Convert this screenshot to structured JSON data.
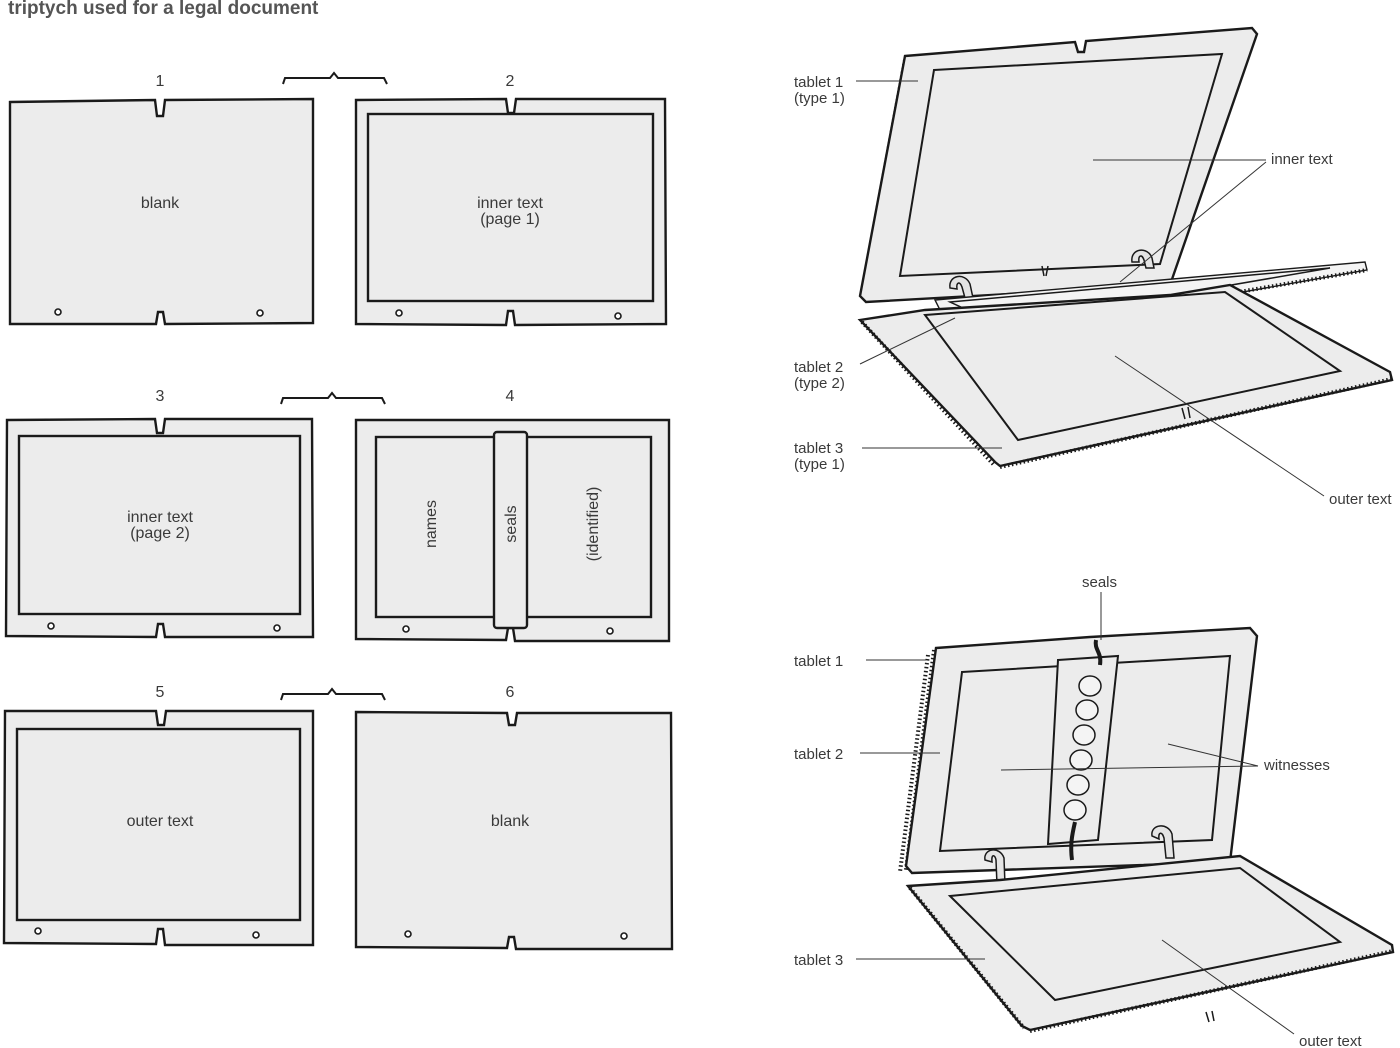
{
  "title": "triptych used for a legal document",
  "panels": {
    "p1": {
      "number": "1",
      "text": "blank"
    },
    "p2": {
      "number": "2",
      "line1": "inner text",
      "line2": "(page 1)"
    },
    "p3": {
      "number": "3",
      "line1": "inner text",
      "line2": "(page 2)"
    },
    "p4": {
      "number": "4",
      "names": "names",
      "seals": "seals",
      "identified": "(identified)"
    },
    "p5": {
      "number": "5",
      "text": "outer text"
    },
    "p6": {
      "number": "6",
      "text": "blank"
    }
  },
  "top_view": {
    "tablet1": "tablet 1",
    "tablet1_type": "(type 1)",
    "tablet2": "tablet 2",
    "tablet2_type": "(type 2)",
    "tablet3": "tablet 3",
    "tablet3_type": "(type 1)",
    "inner_text": "inner text",
    "outer_text": "outer text"
  },
  "bottom_view": {
    "seals": "seals",
    "tablet1": "tablet 1",
    "tablet2": "tablet 2",
    "tablet3": "tablet 3",
    "witnesses": "witnesses",
    "outer_text": "outer text"
  }
}
